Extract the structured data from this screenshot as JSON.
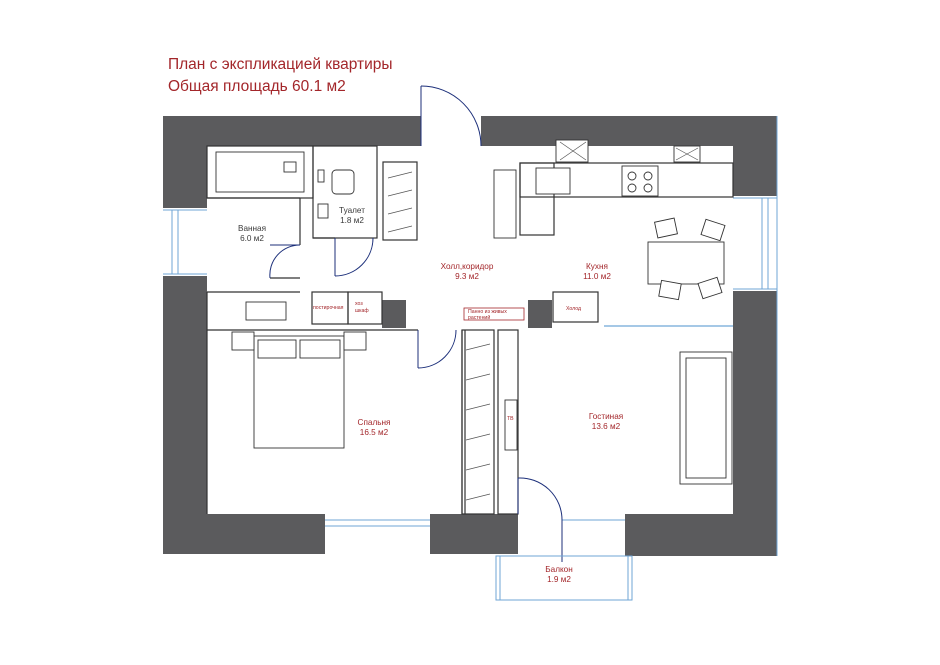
{
  "title": {
    "line1": "План с экспликацией квартиры",
    "line2": "Общая площадь 60.1 м2"
  },
  "rooms": {
    "bathroom": {
      "name": "Ванная",
      "area": "6.0 м2"
    },
    "toilet": {
      "name": "Туалет",
      "area": "1.8 м2"
    },
    "hall": {
      "name": "Холл,коридор",
      "area": "9.3 м2"
    },
    "kitchen": {
      "name": "Кухня",
      "area": "11.0 м2"
    },
    "bedroom": {
      "name": "Спальня",
      "area": "16.5 м2"
    },
    "living": {
      "name": "Гостиная",
      "area": "13.6 м2"
    },
    "balcony": {
      "name": "Балкон",
      "area": "1.9 м2"
    }
  },
  "fixtures": {
    "laundry": "постирочная",
    "storage_line1": "хоз",
    "storage_line2": "шкаф",
    "plant_panel_line1": "Панно из живых",
    "plant_panel_line2": "растений",
    "fridge": "Холод",
    "tv": "ТВ"
  },
  "colors": {
    "wall": "#5b5b5d",
    "text": "#a3262a",
    "window": "#6fa6d6",
    "lines": "#333333"
  }
}
